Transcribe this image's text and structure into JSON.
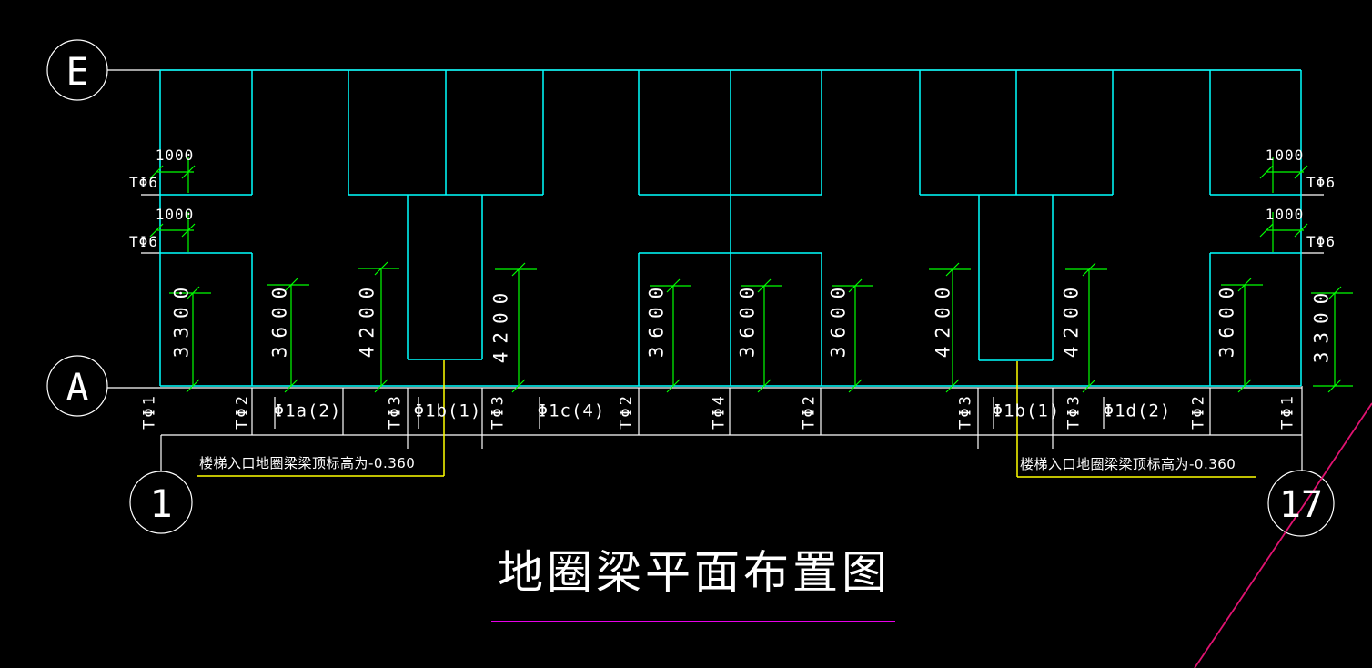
{
  "title": "地圈梁平面布置图",
  "notes": {
    "stair": "楼梯入口地圈梁梁顶标高为-0.360"
  },
  "axes": {
    "row_top": "E",
    "row_bottom": "A",
    "col_left": "1",
    "col_right": "17"
  },
  "offset_dim": {
    "value": "1000",
    "tag": "TΦ6"
  },
  "vdims": [
    "3300",
    "3600",
    "4200",
    "4200",
    "3600",
    "3600",
    "3600",
    "4200",
    "4200",
    "3600",
    "3300"
  ],
  "band": [
    "TΦ1",
    "TΦ2",
    "Φ1a(2)",
    "TΦ3",
    "Φ1b(1)",
    "TΦ3",
    "Φ1c(4)",
    "TΦ2",
    "TΦ4",
    "TΦ2",
    "TΦ3",
    "Φ1b(1)",
    "TΦ3",
    "Φ1d(2)",
    "TΦ2",
    "TΦ1"
  ],
  "colors": {
    "background": "#000000",
    "line": "#ffffff",
    "wall": "#00ffff",
    "dimension": "#00ff00",
    "leader": "#ffff00",
    "title_underline": "#e800e8",
    "revision_line": "#e01371"
  }
}
